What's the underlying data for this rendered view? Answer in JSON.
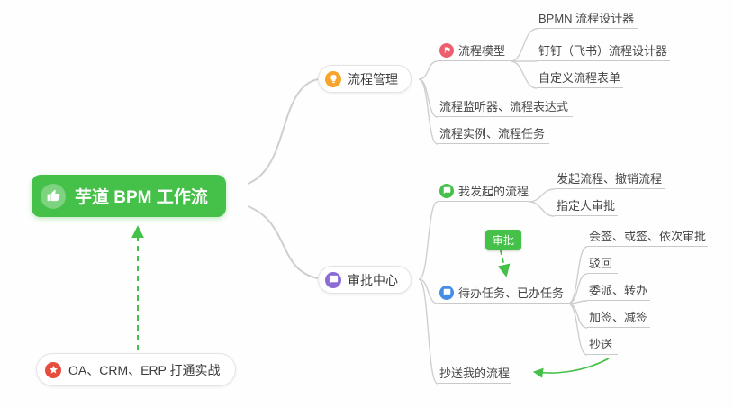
{
  "mindmap": {
    "root": {
      "label": "芋道 BPM 工作流",
      "icon": "thumbs-up-icon"
    },
    "note": {
      "label": "OA、CRM、ERP 打通实战",
      "icon": "star-icon"
    },
    "relation_tag": {
      "label": "审批"
    },
    "branches": [
      {
        "label": "流程管理",
        "icon": "lightbulb-icon",
        "children": [
          {
            "label": "流程模型",
            "icon": "flag-icon",
            "children": [
              {
                "label": "BPMN 流程设计器"
              },
              {
                "label": "钉钉（飞书）流程设计器"
              },
              {
                "label": "自定义流程表单"
              }
            ]
          },
          {
            "label": "流程监听器、流程表达式"
          },
          {
            "label": "流程实例、流程任务"
          }
        ]
      },
      {
        "label": "审批中心",
        "icon": "chat-bubble-icon",
        "children": [
          {
            "label": "我发起的流程",
            "icon": "comment-icon",
            "children": [
              {
                "label": "发起流程、撤销流程"
              },
              {
                "label": "指定人审批"
              }
            ]
          },
          {
            "label": "待办任务、已办任务",
            "icon": "comment-icon",
            "children": [
              {
                "label": "会签、或签、依次审批"
              },
              {
                "label": "驳回"
              },
              {
                "label": "委派、转办"
              },
              {
                "label": "加签、减签"
              },
              {
                "label": "抄送"
              }
            ]
          },
          {
            "label": "抄送我的流程"
          }
        ]
      }
    ]
  },
  "colors": {
    "primary_green": "#45C048",
    "branch_orange": "#F7A52C",
    "branch_purple": "#8B6BD4",
    "node_pink": "#EC5F6E",
    "node_green": "#45C048",
    "node_blue": "#458CE6",
    "note_red": "#E84C3D",
    "connector_gray": "#CFCFCF"
  }
}
